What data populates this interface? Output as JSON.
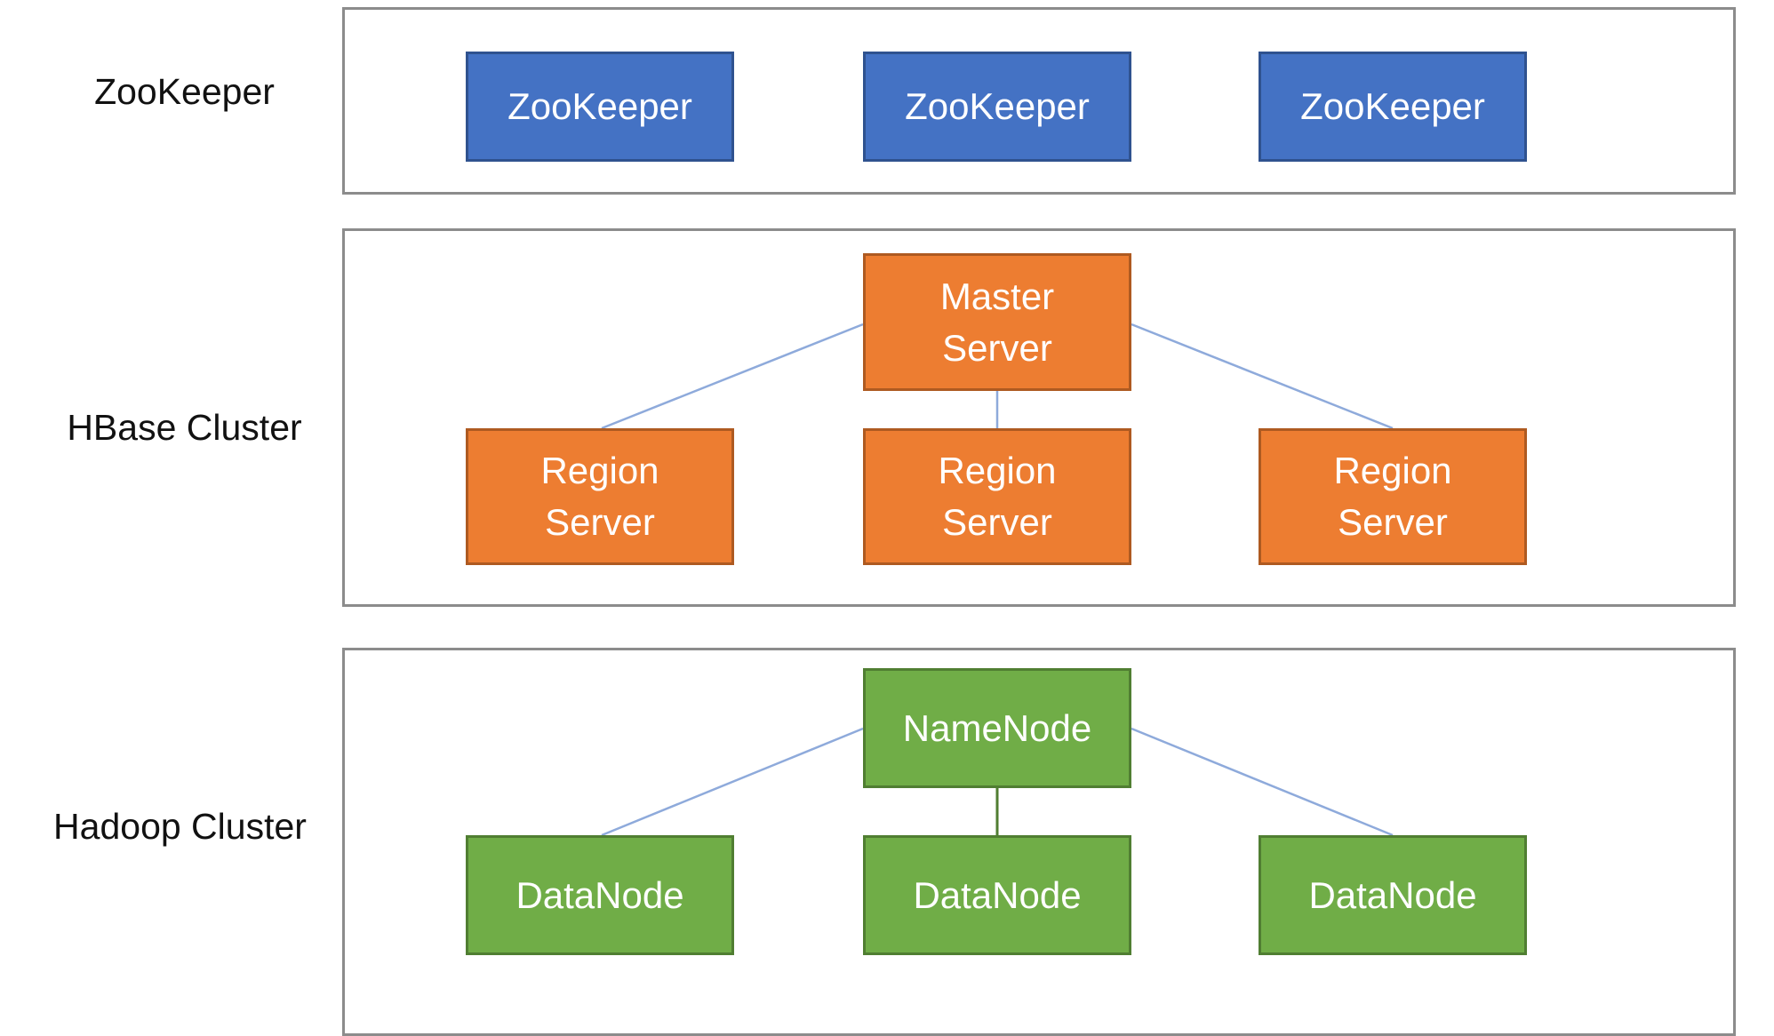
{
  "colors": {
    "zookeeper_fill": "#4472c4",
    "zookeeper_border": "#2f528f",
    "hbase_fill": "#ed7d31",
    "hbase_border": "#ae5a21",
    "hadoop_fill": "#70ad47",
    "hadoop_border": "#507e32",
    "hbase_link": "#8eaadb",
    "hadoop_link_center": "#507e32",
    "panel_border": "#8c8c8c"
  },
  "zookeeper_tier": {
    "label": "ZooKeeper",
    "nodes": [
      "ZooKeeper",
      "ZooKeeper",
      "ZooKeeper"
    ]
  },
  "hbase_tier": {
    "label": "HBase Cluster",
    "master": "Master\nServer",
    "region_servers": [
      "Region\nServer",
      "Region\nServer",
      "Region\nServer"
    ]
  },
  "hadoop_tier": {
    "label": "Hadoop Cluster",
    "namenode": "NameNode",
    "datanodes": [
      "DataNode",
      "DataNode",
      "DataNode"
    ]
  }
}
